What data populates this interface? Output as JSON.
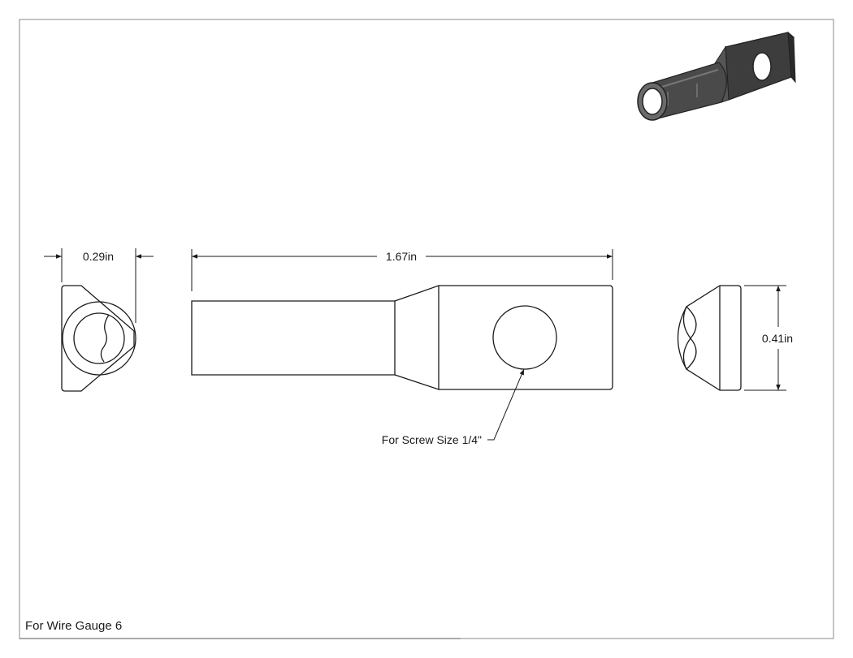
{
  "drawing": {
    "dimensions": {
      "width": "0.29in",
      "length": "1.67in",
      "height": "0.41in"
    },
    "callout_hole": "For Screw Size 1/4\"",
    "note_wire_gauge": "For Wire Gauge 6"
  },
  "colors": {
    "line": "#1a1a1a",
    "border": "#7a7a7a",
    "iso_dark": "#3a3a3a",
    "iso_mid": "#555555",
    "iso_light": "#6e6e6e"
  }
}
